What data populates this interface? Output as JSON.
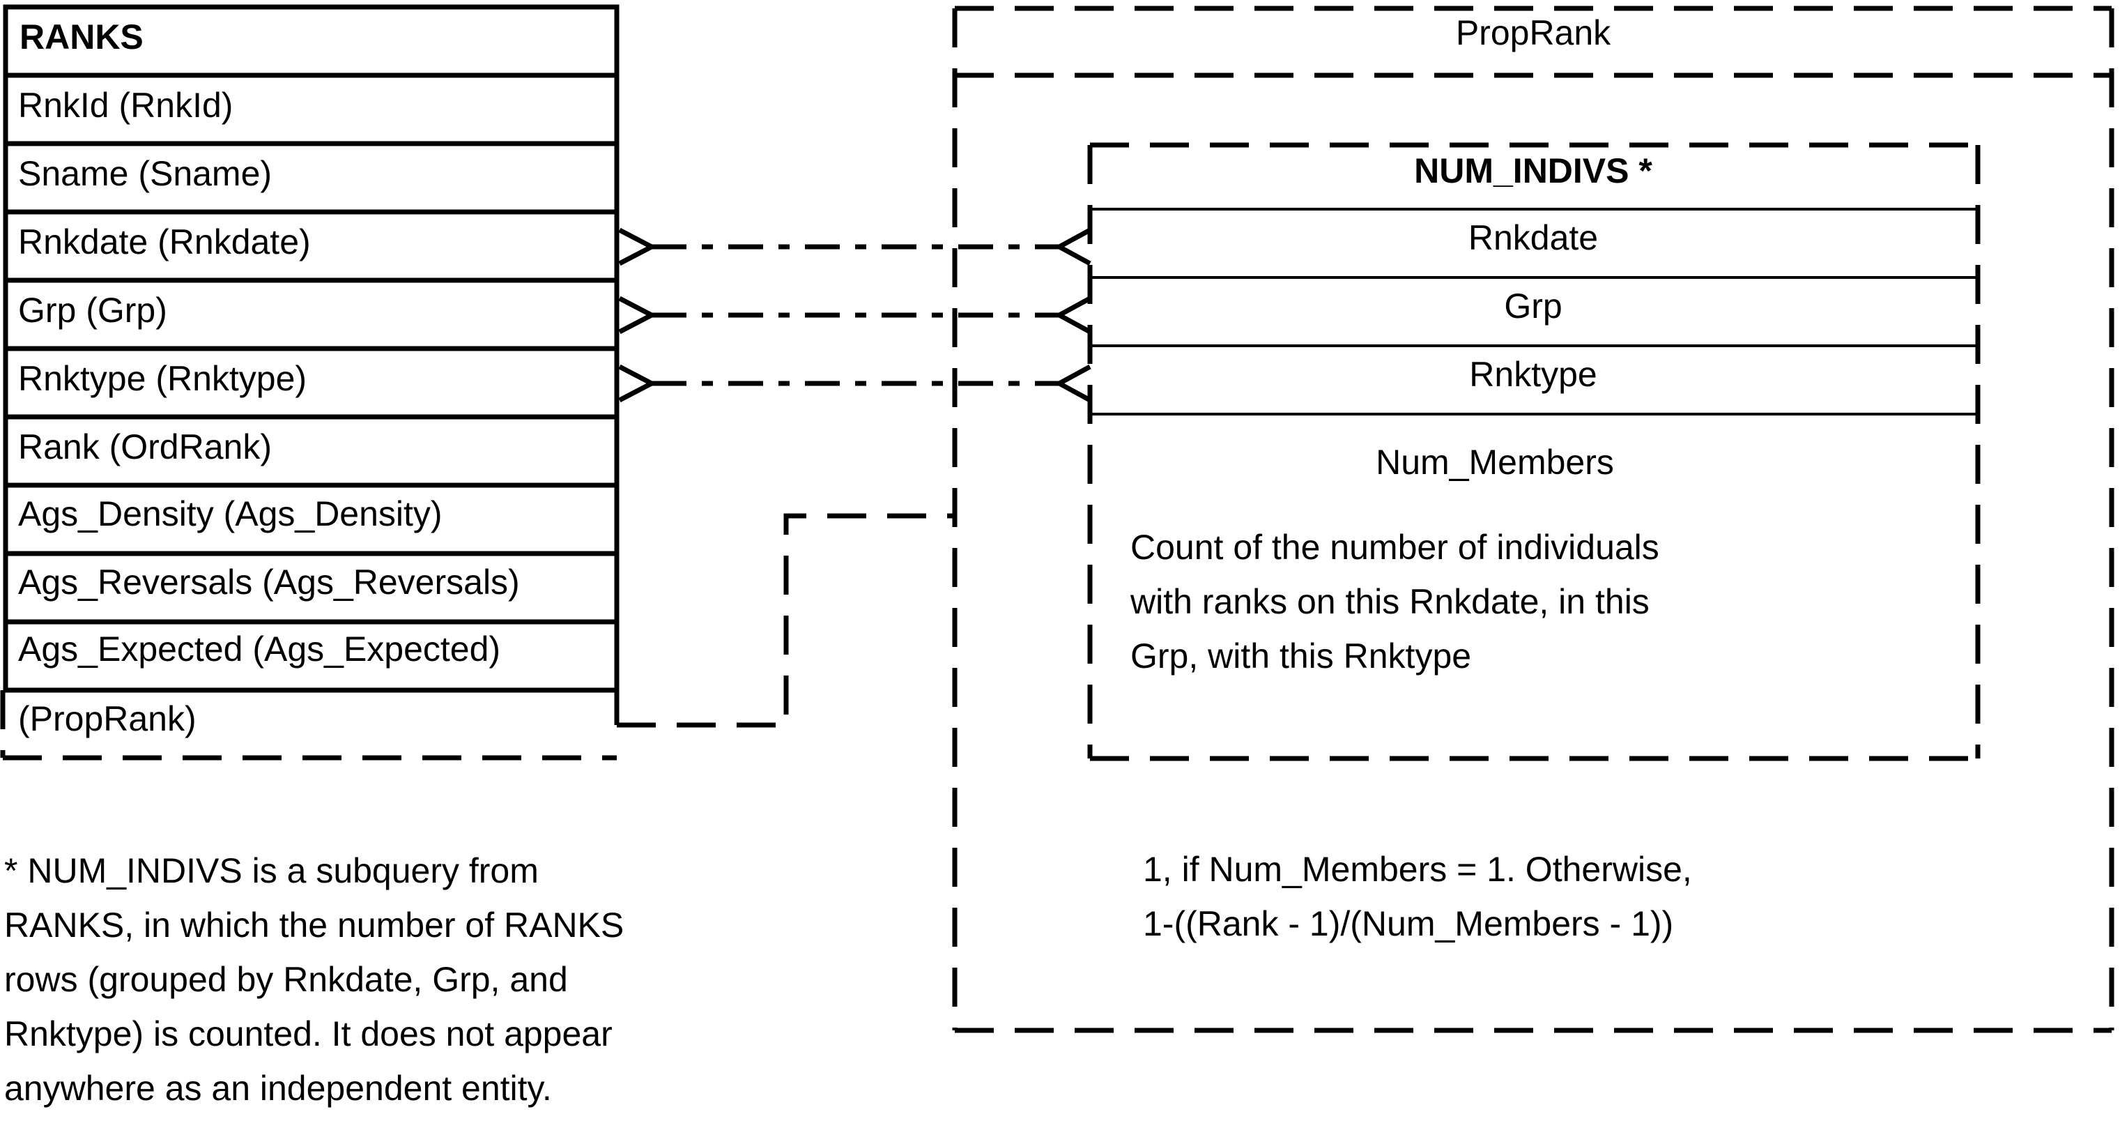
{
  "ranks_table": {
    "title": "RANKS",
    "fields": [
      "RnkId (RnkId)",
      "Sname (Sname)",
      "Rnkdate (Rnkdate)",
      "Grp (Grp)",
      "Rnktype (Rnktype)",
      "Rank (OrdRank)",
      "Ags_Density (Ags_Density)",
      "Ags_Reversals (Ags_Reversals)",
      "Ags_Expected (Ags_Expected)"
    ],
    "derived_field": "(PropRank)"
  },
  "proprank_group": {
    "title": "PropRank",
    "formula_lines": [
      "1, if Num_Members = 1. Otherwise,",
      "1-((Rank - 1)/(Num_Members - 1))"
    ]
  },
  "num_indivs_table": {
    "title": "NUM_INDIVS *",
    "fields": [
      "Rnkdate",
      "Grp",
      "Rnktype"
    ],
    "computed_field": "Num_Members",
    "description_lines": [
      "Count of the number of individuals",
      "with ranks on this Rnkdate, in this",
      "Grp, with this Rnktype"
    ]
  },
  "footnote_lines": [
    "* NUM_INDIVS is a subquery from",
    "RANKS, in which the number of RANKS",
    "rows (grouped by Rnkdate, Grp, and",
    "Rnktype) is counted. It does not appear",
    "anywhere as an independent entity."
  ]
}
